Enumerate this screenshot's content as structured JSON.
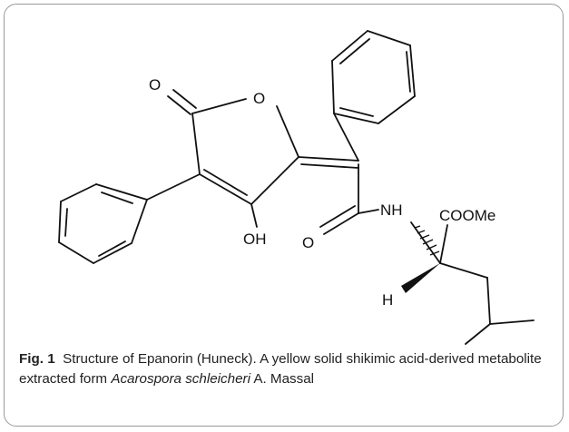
{
  "figure": {
    "label": "Fig. 1",
    "caption_pre": "Structure of Epanorin (Huneck). A yellow solid shikimic acid-derived metabolite extracted form",
    "caption_species": "Acarospora schleicheri",
    "caption_post": "A. Massal"
  },
  "atoms": {
    "o_carbonyl": "O",
    "o_ring": "O",
    "oh": "OH",
    "o_amide": "O",
    "nh": "NH",
    "ester": "COOMe",
    "h": "H"
  }
}
